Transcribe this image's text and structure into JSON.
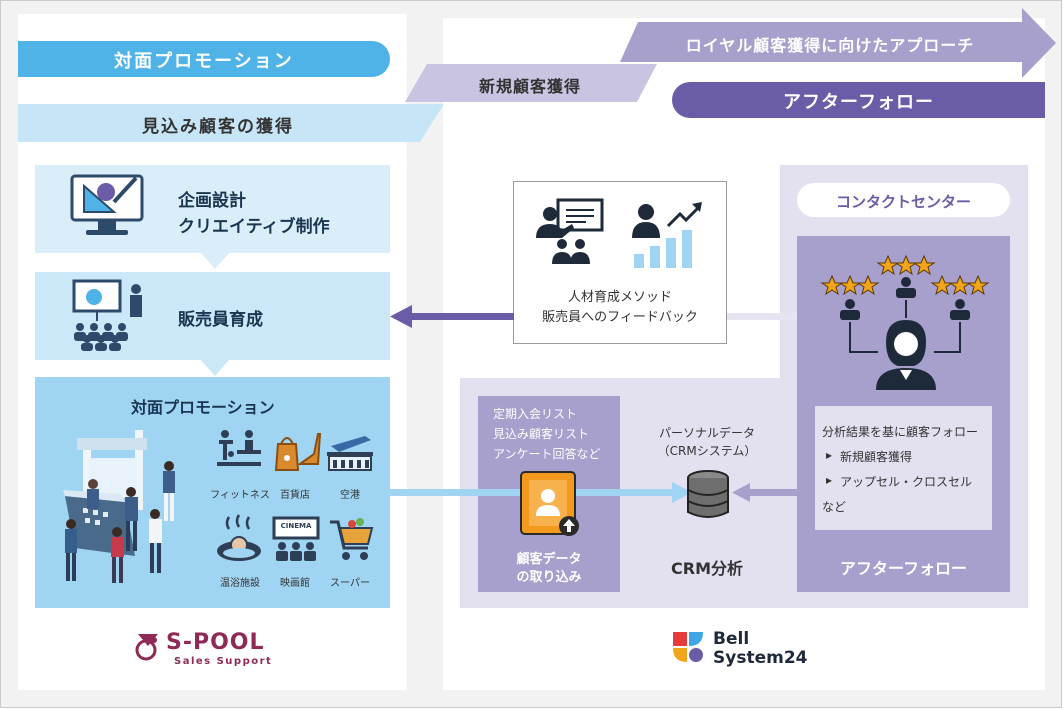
{
  "left": {
    "header_title": "対面プロモーション",
    "subheader": "見込み顧客の獲得",
    "step1_line1": "企画設計",
    "step1_line2": "クリエイティブ制作",
    "step2": "販売員育成",
    "promo_title": "対面プロモーション",
    "venues": [
      "フィットネス",
      "百貨店",
      "空港",
      "温浴施設",
      "映画館",
      "スーパー"
    ],
    "cinema_sign": "CINEMA",
    "logo_name": "S-POOL",
    "logo_sub": "Sales Support"
  },
  "right": {
    "loyal_arrow": "ロイヤル顧客獲得に向けたアプローチ",
    "new_customer": "新規顧客獲得",
    "after_follow_header": "アフターフォロー",
    "training_line1": "人材育成メソッド",
    "training_line2": "販売員へのフィードバック",
    "contact_center": "コンタクトセンター",
    "data_list": [
      "定期入会リスト",
      "見込み顧客リスト",
      "アンケート回答など"
    ],
    "import_line1": "顧客データ",
    "import_line2": "の取り込み",
    "personal_line1": "パーソナルデータ",
    "personal_line2": "（CRMシステム）",
    "crm_label": "CRM分析",
    "analysis_line1": "分析結果を基に顧客フォロー",
    "analysis_item1": "新規顧客獲得",
    "analysis_item2": "アップセル・クロスセル",
    "analysis_line4": "など",
    "after_follow_bottom": "アフターフォロー",
    "logo_line1": "Bell",
    "logo_line2": "System24"
  },
  "colors": {
    "blue": "#4fb3e8",
    "light_blue": "#cfe9f8",
    "panel_blue": "#9fd4f2",
    "purple": "#6c5ba7",
    "lavender": "#a79fcc",
    "pale_lavender": "#e3e0ef",
    "text_dark": "#333333"
  },
  "icons": [
    "monitor-design-icon",
    "presentation-training-icon",
    "trainer-icon",
    "growth-chart-icon",
    "stars-rating-icon",
    "operator-icon",
    "file-upload-icon",
    "database-icon",
    "fitness-icon",
    "department-store-icon",
    "airport-icon",
    "onsen-icon",
    "cinema-icon",
    "supermarket-icon"
  ]
}
